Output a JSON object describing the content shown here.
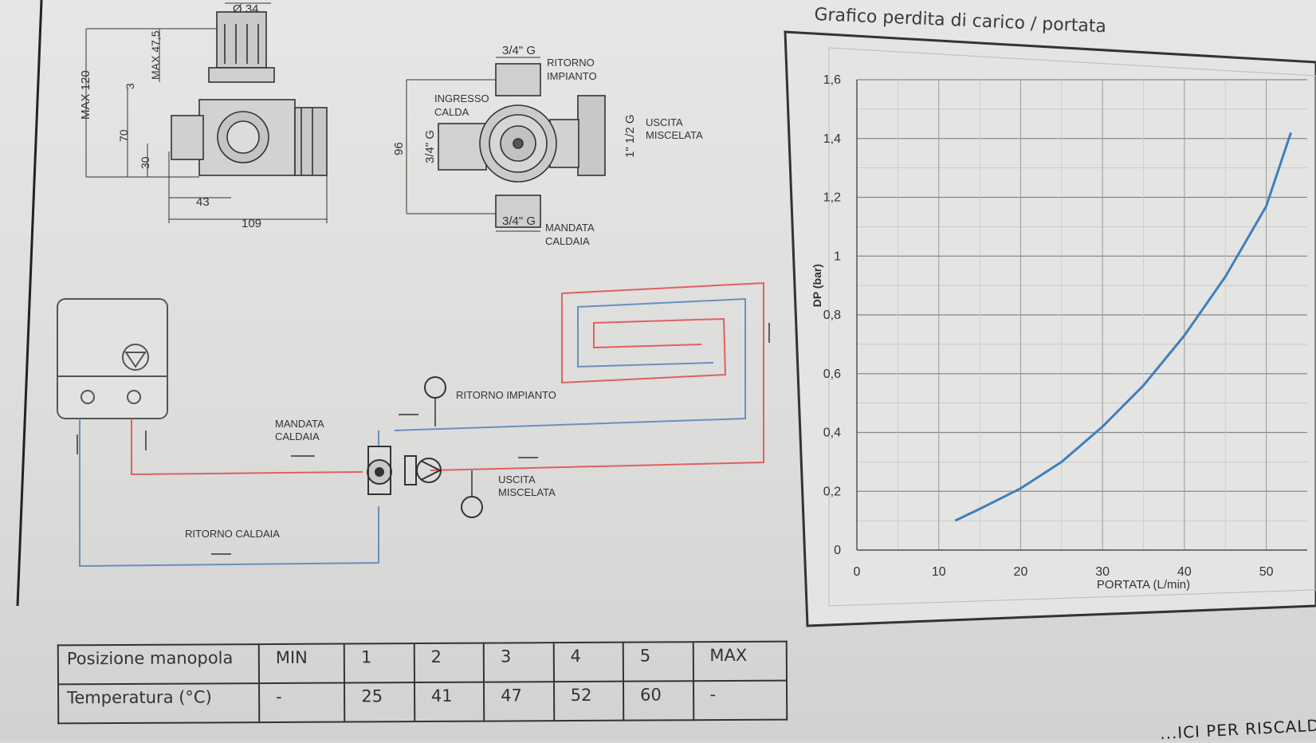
{
  "drawing": {
    "dims": {
      "diameter": "Ø 34",
      "max120": "MAX 120",
      "max47": "MAX 47,5",
      "d3": "3",
      "d70": "70",
      "d30": "30",
      "d43": "43",
      "d109": "109",
      "d96": "96"
    },
    "top_thread": "3/4\" G",
    "bottom_thread": "3/4\" G",
    "left_thread": "3/4\" G",
    "right_thread": "1\" 1/2 G",
    "ritorno_impianto_1": "RITORNO",
    "ritorno_impianto_2": "IMPIANTO",
    "ingresso_calda_1": "INGRESSO",
    "ingresso_calda_2": "CALDA",
    "uscita_miscelata_1": "USCITA",
    "uscita_miscelata_2": "MISCELATA",
    "mandata_caldaia_1": "MANDATA",
    "mandata_caldaia_2": "CALDAIA"
  },
  "schematic": {
    "mandata_caldaia_1": "MANDATA",
    "mandata_caldaia_2": "CALDAIA",
    "ritorno_impianto": "RITORNO IMPIANTO",
    "uscita_miscelata_1": "USCITA",
    "uscita_miscelata_2": "MISCELATA",
    "ritorno_caldaia": "RITORNO CALDAIA",
    "colors": {
      "hot": "#e06060",
      "cold": "#6a8fc0"
    }
  },
  "chart_title": "Grafico perdita di carico / portata",
  "chart_data": {
    "type": "line",
    "title": "Grafico perdita di carico / portata",
    "xlabel": "PORTATA (L/min)",
    "ylabel": "DP (bar)",
    "x_ticks": [
      "0",
      "10",
      "20",
      "30",
      "40",
      "50"
    ],
    "y_ticks": [
      "0",
      "0,2",
      "0,4",
      "0,6",
      "0,8",
      "1",
      "1,2",
      "1,4",
      "1,6"
    ],
    "xlim": [
      0,
      55
    ],
    "ylim": [
      0,
      1.6
    ],
    "grid": true,
    "series": [
      {
        "color": "#3f7fbf",
        "x": [
          12,
          15,
          20,
          25,
          30,
          35,
          40,
          45,
          50,
          53
        ],
        "y": [
          0.1,
          0.14,
          0.21,
          0.3,
          0.42,
          0.56,
          0.73,
          0.93,
          1.17,
          1.42
        ]
      }
    ]
  },
  "table": {
    "row1_header": "Posizione manopola",
    "row1": [
      "MIN",
      "1",
      "2",
      "3",
      "4",
      "5",
      "MAX"
    ],
    "row2_header": "Temperatura (°C)",
    "row2": [
      "-",
      "25",
      "41",
      "47",
      "52",
      "60",
      "-"
    ]
  },
  "footer": "...ICI PER RISCALDAM"
}
